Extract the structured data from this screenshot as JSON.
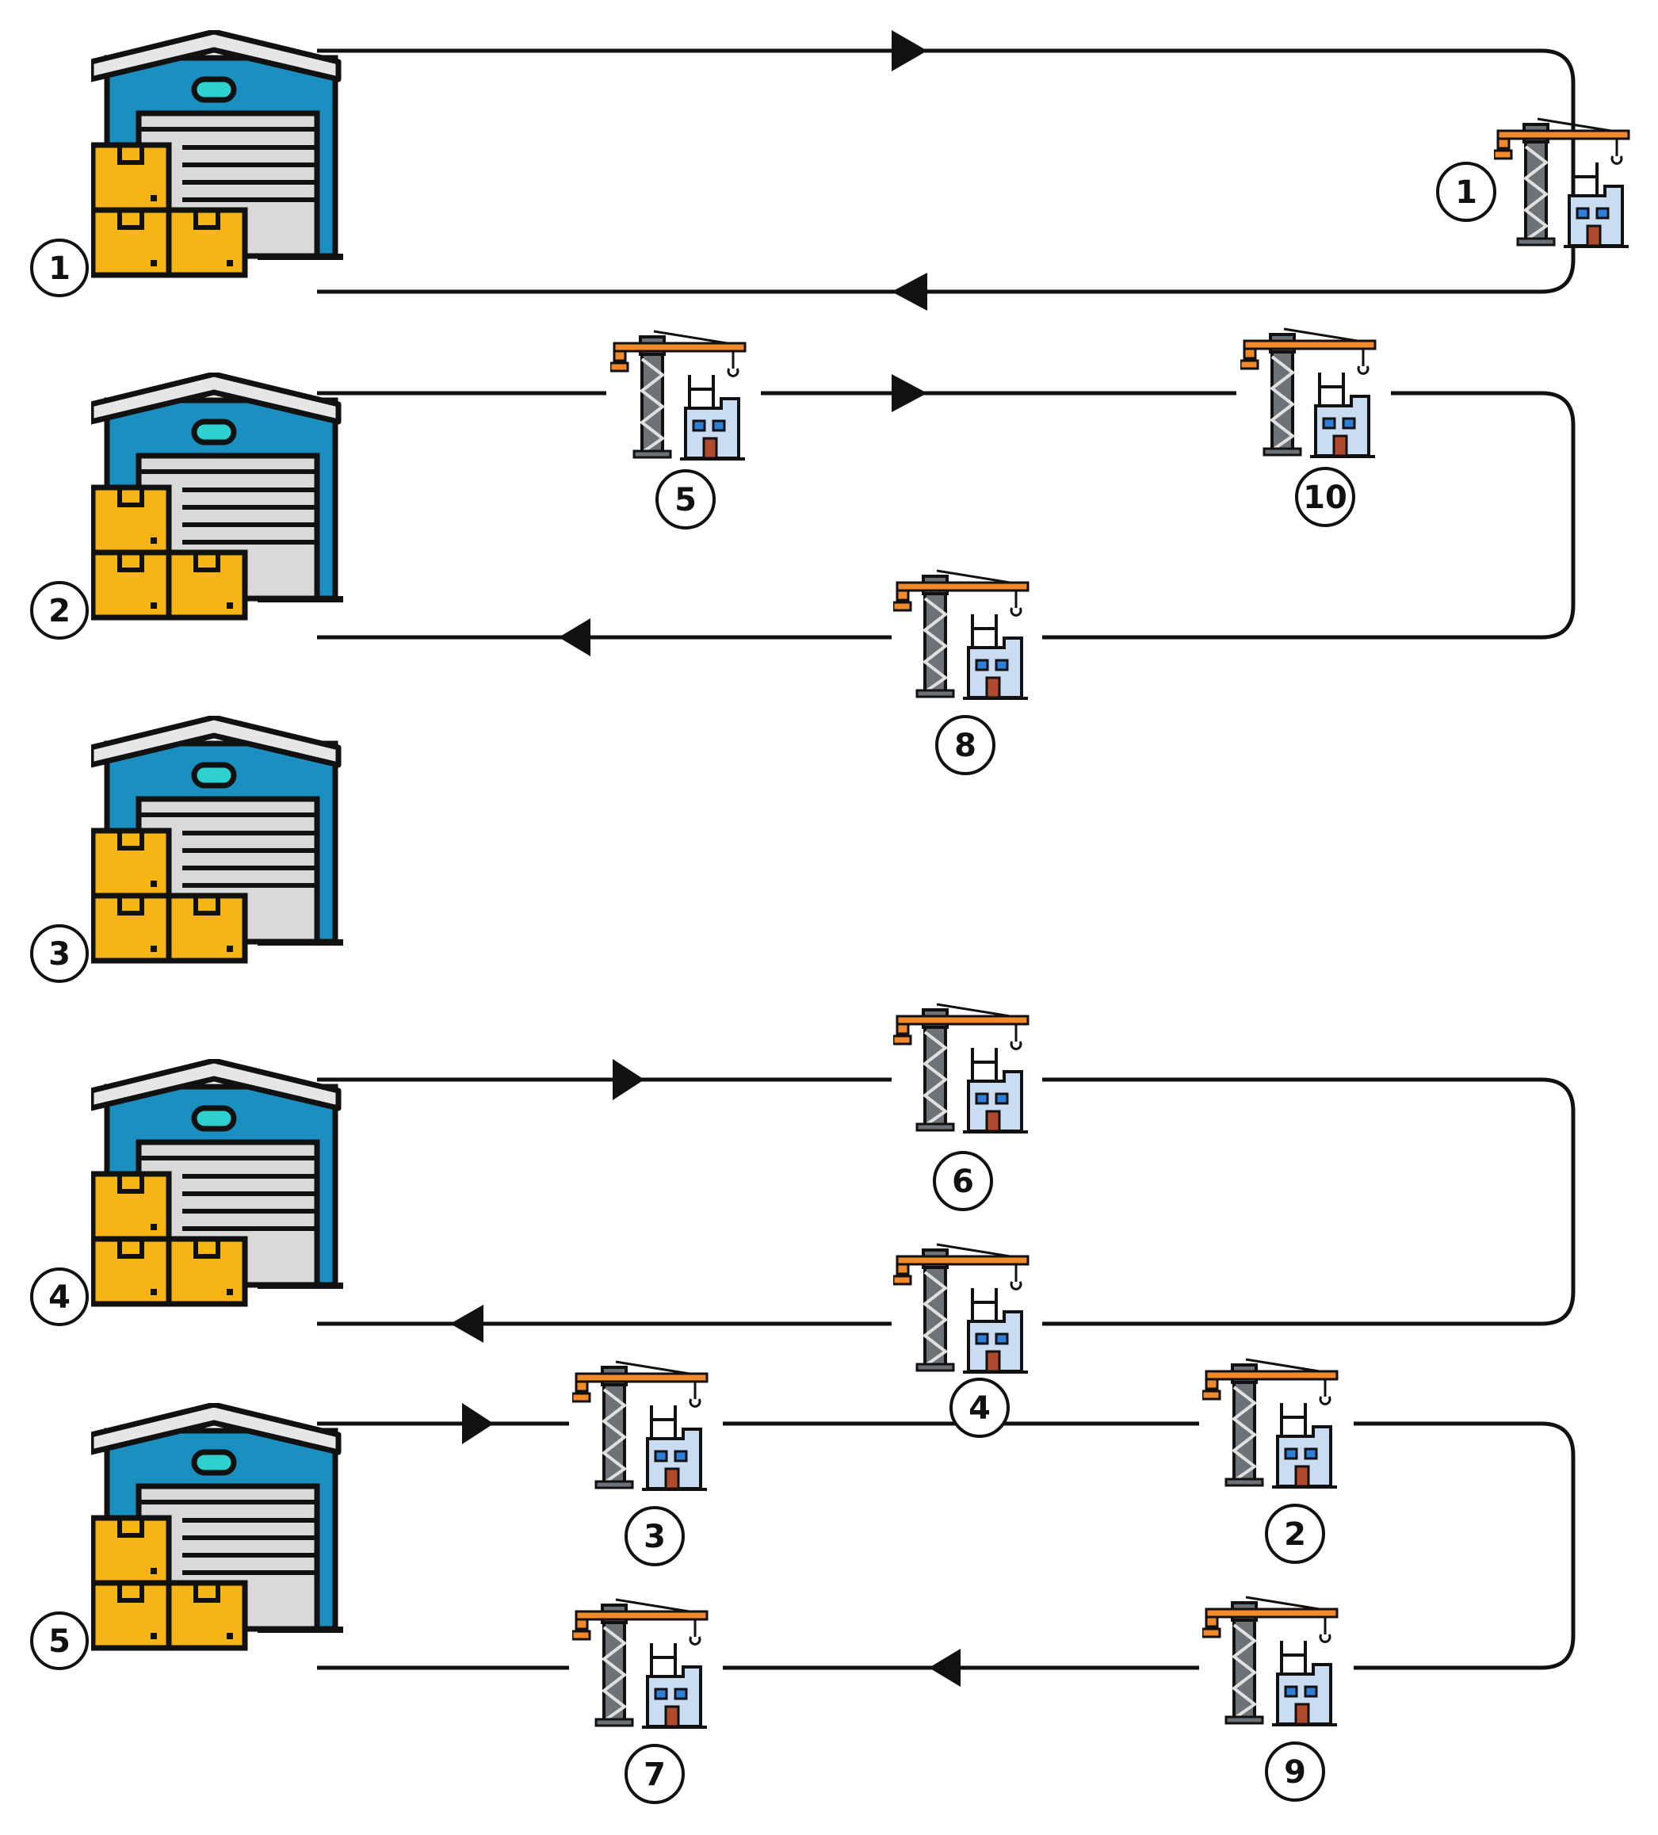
{
  "warehouses": [
    {
      "label": "1"
    },
    {
      "label": "2"
    },
    {
      "label": "3"
    },
    {
      "label": "4"
    },
    {
      "label": "5"
    }
  ],
  "sites": [
    {
      "label": "1"
    },
    {
      "label": "5"
    },
    {
      "label": "10"
    },
    {
      "label": "8"
    },
    {
      "label": "6"
    },
    {
      "label": "4"
    },
    {
      "label": "3"
    },
    {
      "label": "2"
    },
    {
      "label": "7"
    },
    {
      "label": "9"
    }
  ],
  "colors": {
    "warehouse_body": "#1b8fc0",
    "warehouse_roof": "#e6e6e6",
    "warehouse_door": "#d9d9d9",
    "box": "#f7b515",
    "crane_mast": "#6d7178",
    "crane_jib": "#f08a2c",
    "building": "#c9dcf2",
    "window": "#2f7fd8",
    "door": "#b04a2e",
    "route_line": "#111111"
  },
  "icons": {
    "warehouse": "warehouse-icon",
    "construction_site": "construction-site-icon"
  }
}
